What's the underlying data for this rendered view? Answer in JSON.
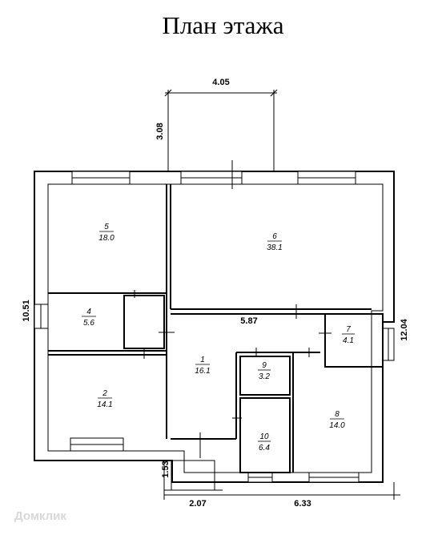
{
  "title": "План этажа",
  "rooms": [
    {
      "id": "5",
      "area": "18.0"
    },
    {
      "id": "6",
      "area": "38.1"
    },
    {
      "id": "4",
      "area": "5.6"
    },
    {
      "id": "1",
      "area": "16.1"
    },
    {
      "id": "7",
      "area": "4.1"
    },
    {
      "id": "2",
      "area": "14.1"
    },
    {
      "id": "9",
      "area": "3.2"
    },
    {
      "id": "10",
      "area": "6.4"
    },
    {
      "id": "8",
      "area": "14.0"
    }
  ],
  "dimensions": {
    "porch_width": "4.05",
    "porch_depth": "3.08",
    "left_height": "10.51",
    "right_height": "12.04",
    "inner_width": "5.87",
    "step_height": "1.53",
    "bottom_left": "2.07",
    "bottom_right": "6.33"
  },
  "watermark": "Домклик"
}
